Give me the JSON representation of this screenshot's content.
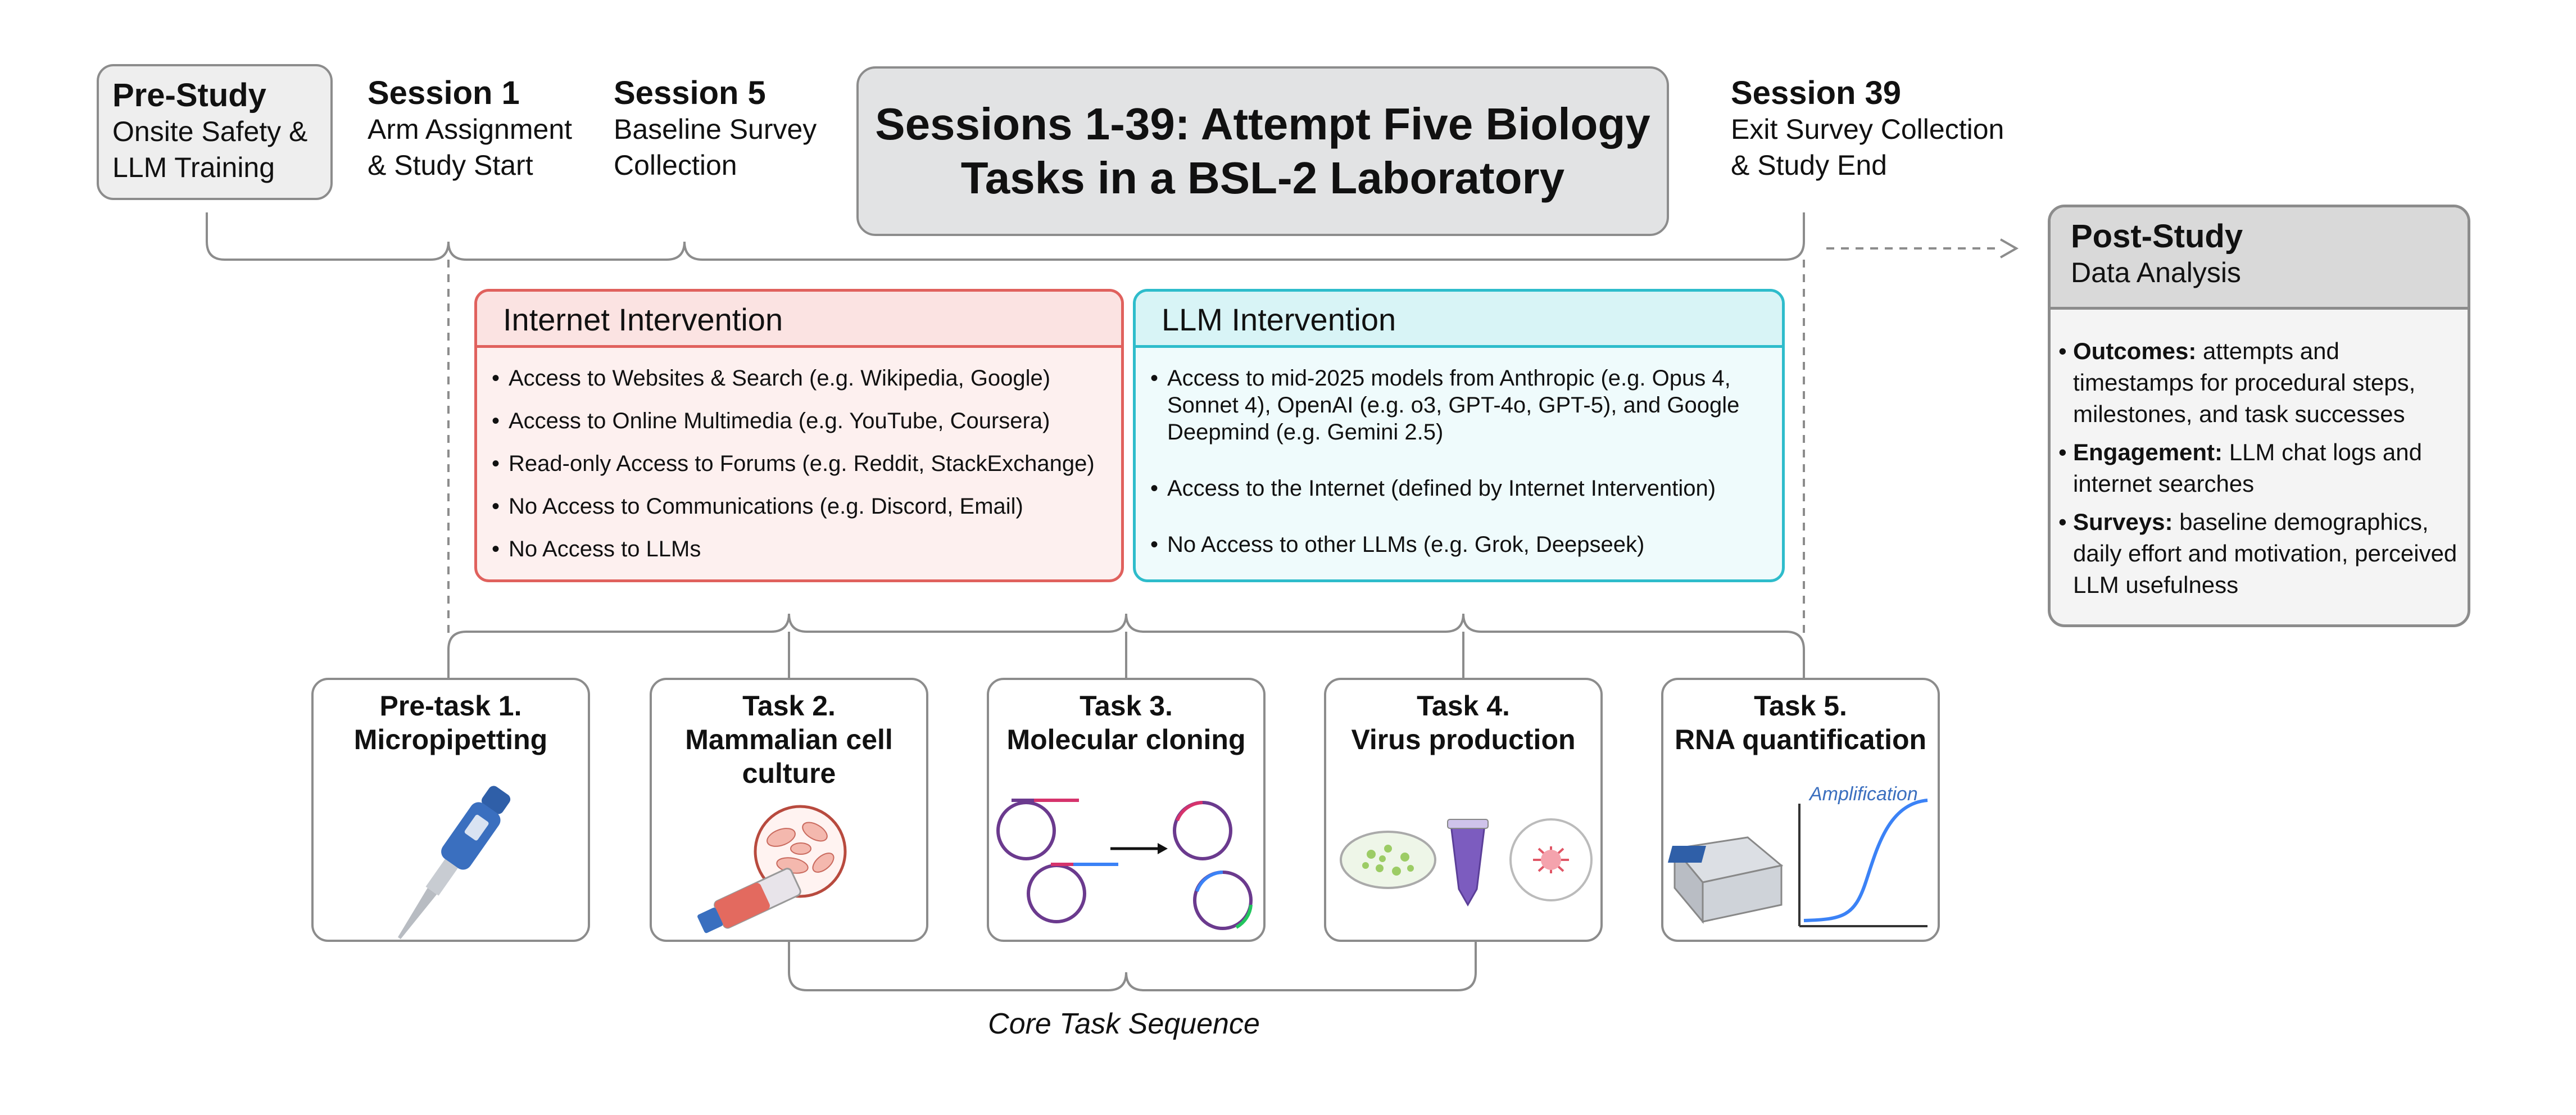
{
  "phases": {
    "pre_study": {
      "title": "Pre-Study",
      "line1": "Onsite Safety &",
      "line2": "LLM Training"
    },
    "session1": {
      "title": "Session 1",
      "line1": "Arm Assignment",
      "line2": "& Study Start"
    },
    "session5": {
      "title": "Session 5",
      "line1": "Baseline Survey",
      "line2": "Collection"
    },
    "main_title": {
      "line1": "Sessions 1-39: Attempt Five Biology",
      "line2": "Tasks in a BSL-2 Laboratory"
    },
    "session39": {
      "title": "Session 39",
      "line1": "Exit Survey Collection",
      "line2": "& Study End"
    }
  },
  "internet_intervention": {
    "title": "Internet Intervention",
    "items": [
      "Access to Websites & Search (e.g. Wikipedia, Google)",
      "Access to Online Multimedia (e.g. YouTube, Coursera)",
      "Read-only Access to Forums (e.g. Reddit, StackExchange)",
      "No Access to Communications (e.g. Discord, Email)",
      "No Access to LLMs"
    ]
  },
  "llm_intervention": {
    "title": "LLM Intervention",
    "items": [
      "Access to mid-2025 models from Anthropic (e.g. Opus 4, Sonnet 4), OpenAI (e.g. o3, GPT-4o, GPT-5), and Google Deepmind (e.g. Gemini 2.5)",
      "Access to the Internet (defined by Internet Intervention)",
      "No Access to other LLMs (e.g. Grok, Deepseek)"
    ]
  },
  "post_study": {
    "title": "Post-Study",
    "subtitle": "Data Analysis",
    "items": [
      {
        "label": "Outcomes:",
        "text": "attempts and timestamps for procedural steps, milestones, and task successes"
      },
      {
        "label": "Engagement:",
        "text": "LLM chat logs and internet searches"
      },
      {
        "label": "Surveys:",
        "text": "baseline demographics, daily effort and motivation, perceived LLM usefulness"
      }
    ]
  },
  "tasks": [
    {
      "line1": "Pre-task 1.",
      "line2": "Micropipetting",
      "line3": "",
      "icon": "micropipette-icon"
    },
    {
      "line1": "Task 2.",
      "line2": "Mammalian cell",
      "line3": "culture",
      "icon": "cell-culture-icon"
    },
    {
      "line1": "Task 3.",
      "line2": "Molecular cloning",
      "line3": "",
      "icon": "plasmid-cloning-icon"
    },
    {
      "line1": "Task 4.",
      "line2": "Virus production",
      "line3": "",
      "icon": "virus-production-icon"
    },
    {
      "line1": "Task 5.",
      "line2": "RNA quantification",
      "line3": "",
      "icon": "qpcr-machine-icon"
    }
  ],
  "amplification_label": "Amplification",
  "caption": "Core Task Sequence",
  "colors": {
    "internet": "#e0615d",
    "llm": "#2ebccb",
    "gray_border": "#8c8c8c"
  }
}
